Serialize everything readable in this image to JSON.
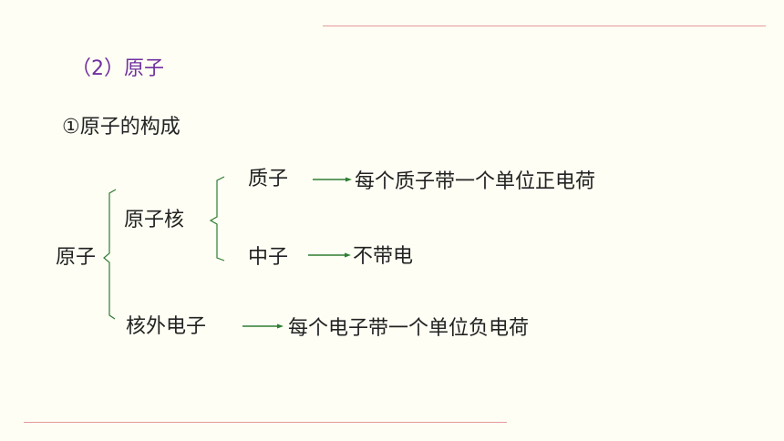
{
  "section": {
    "title": "（2）原子"
  },
  "subtitle": "①原子的构成",
  "tree": {
    "root": "原子",
    "nucleus": "原子核",
    "proton": "质子",
    "proton_desc": "每个质子带一个单位正电荷",
    "neutron": "中子",
    "neutron_desc": "不带电",
    "electron": "核外电子",
    "electron_desc": "每个电子带一个单位负电荷"
  },
  "colors": {
    "bracket": "#2e7d32",
    "arrow": "#2e7d32",
    "title": "#7030a0",
    "rule": "#e59a9a"
  }
}
